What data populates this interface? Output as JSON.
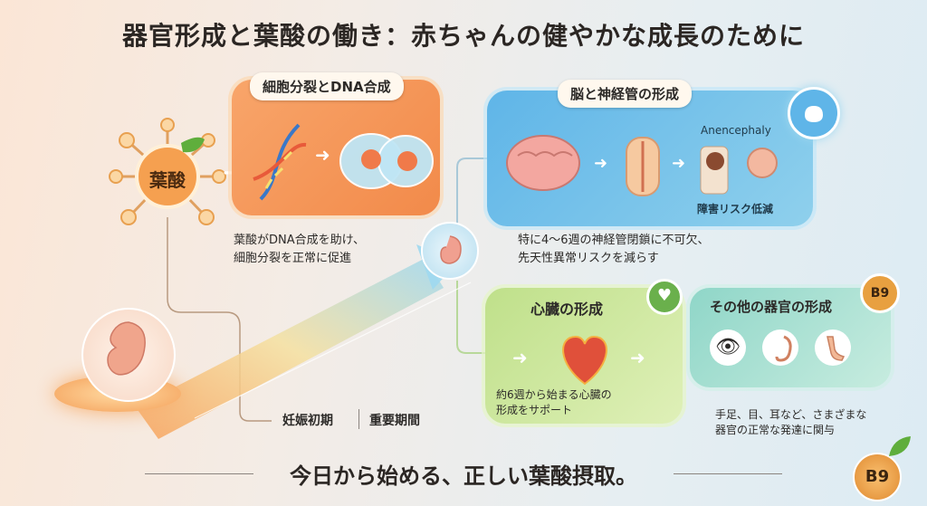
{
  "title": "器官形成と葉酸の働き：赤ちゃんの健やかな成長のために",
  "cell_division": {
    "label": "細胞分裂とDNA合成",
    "nutrient": "葉酸",
    "description_line1": "葉酸がDNA合成を助け、",
    "description_line2": "細胞分裂を正常に促進"
  },
  "neural_tube": {
    "label": "脳と神経管の形成",
    "anencephaly": "Anencephaly",
    "risk_label": "障害リスク低減",
    "description_line1": "特に4〜6週の神経管閉鎖に不可欠、",
    "description_line2": "先天性異常リスクを減らす"
  },
  "heart": {
    "label": "心臓の形成",
    "description_line1": "約6週から始まる心臓の",
    "description_line2": "形成をサポート"
  },
  "other_organs": {
    "label": "その他の器官の形成",
    "badge": "B9",
    "description_line1": "手足、目、耳など、さまざまな",
    "description_line2": "器官の正常な発達に関与"
  },
  "timeline": {
    "early_pregnancy": "妊娠初期",
    "important_period": "重要期間"
  },
  "footer": "今日から始める、正しい葉酸摂取。",
  "corner_badge": "B9",
  "colors": {
    "orange": "#f28a4a",
    "blue": "#5fb5e8",
    "green": "#bfe08a",
    "teal": "#8fd6c8"
  }
}
